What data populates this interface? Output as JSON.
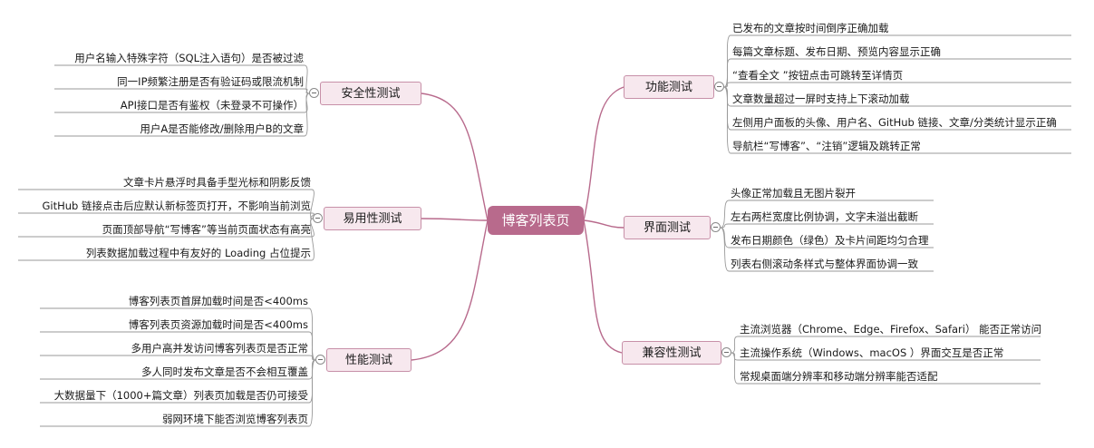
{
  "colors": {
    "root_fill": "#b86a8c",
    "topic_fill": "#f7e8ee",
    "topic_border": "#c790a8",
    "line": "#b86a8c"
  },
  "root": "博客列表页",
  "branches": {
    "functional": {
      "title": "功能测试",
      "items": [
        "已发布的文章按时间倒序正确加载",
        "每篇文章标题、发布日期、预览内容显示正确",
        "“查看全文 ”按钮点击可跳转至详情页",
        "文章数量超过一屏时支持上下滚动加载",
        "左侧用户面板的头像、用户名、GitHub 链接、文章/分类统计显示正确",
        "导航栏“写博客”、“注销”逻辑及跳转正常"
      ]
    },
    "ui": {
      "title": "界面测试",
      "items": [
        "头像正常加载且无图片裂开",
        "左右两栏宽度比例协调，文字未溢出截断",
        "发布日期颜色（绿色）及卡片间距均匀合理",
        "列表右侧滚动条样式与整体界面协调一致"
      ]
    },
    "compatibility": {
      "title": "兼容性测试",
      "items": [
        "主流浏览器（Chrome、Edge、Firefox、Safari） 能否正常访问",
        "主流操作系统（Windows、macOS ）界面交互是否正常",
        "常规桌面端分辨率和移动端分辨率能否适配"
      ]
    },
    "security": {
      "title": "安全性测试",
      "items": [
        "用户名输入特殊字符（SQL注入语句）是否被过滤",
        "同一IP频繁注册是否有验证码或限流机制",
        "API接口是否有鉴权（未登录不可操作）",
        "用户A是否能修改/删除用户B的文章"
      ]
    },
    "usability": {
      "title": "易用性测试",
      "items": [
        "文章卡片悬浮时具备手型光标和阴影反馈",
        "GitHub 链接点击后应默认新标签页打开，不影响当前浏览",
        "页面顶部导航“写博客”等当前页面状态有高亮",
        "列表数据加载过程中有友好的 Loading 占位提示"
      ]
    },
    "performance": {
      "title": "性能测试",
      "items": [
        "博客列表页首屏加载时间是否<400ms",
        "博客列表页资源加载时间是否<400ms",
        "多用户高并发访问博客列表页是否正常",
        "多人同时发布文章是否不会相互覆盖",
        "大数据量下（1000+篇文章）列表页加载是否仍可接受",
        "弱网环境下能否浏览博客列表页"
      ]
    }
  }
}
